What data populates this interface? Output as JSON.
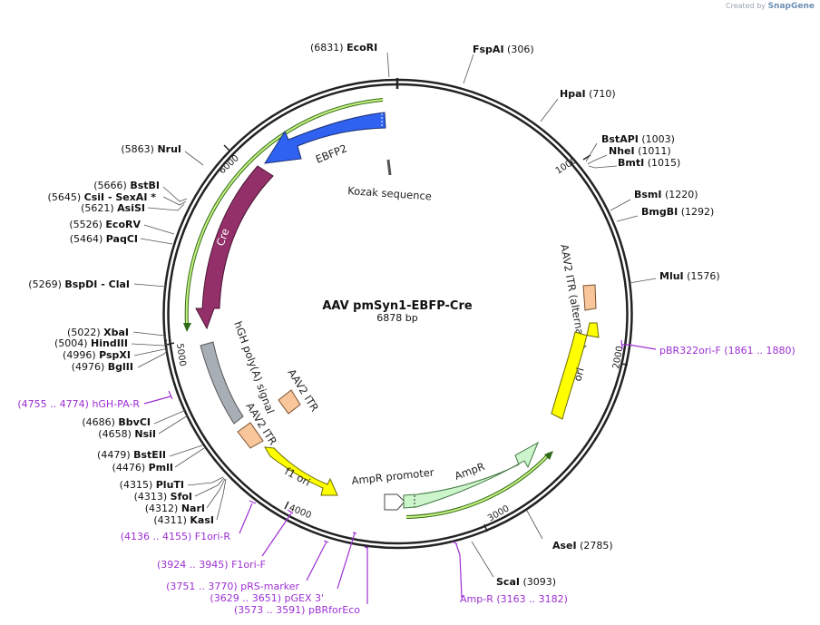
{
  "credit": {
    "prefix": "Created by",
    "brand": "SnapGene"
  },
  "map": {
    "name": "AAV pmSyn1-EBFP-Cre",
    "length_label": "6878 bp"
  },
  "tick_labels": [
    "1000",
    "2000",
    "3000",
    "4000",
    "5000",
    "6000"
  ],
  "sites": [
    {
      "pos": "(6831)",
      "name": "EcoRI",
      "suffix": ""
    },
    {
      "pos": "(306)",
      "name": "FspAI",
      "suffix": ""
    },
    {
      "pos": "(710)",
      "name": "HpaI",
      "suffix": ""
    },
    {
      "pos": "(1003)",
      "name": "BstAPI",
      "suffix": ""
    },
    {
      "pos": "(1011)",
      "name": "NheI",
      "suffix": ""
    },
    {
      "pos": "(1015)",
      "name": "BmtI",
      "suffix": ""
    },
    {
      "pos": "(1220)",
      "name": "BsmI",
      "suffix": ""
    },
    {
      "pos": "(1292)",
      "name": "BmgBI",
      "suffix": ""
    },
    {
      "pos": "(1576)",
      "name": "MluI",
      "suffix": ""
    },
    {
      "pos": "(2785)",
      "name": "AseI",
      "suffix": ""
    },
    {
      "pos": "(3093)",
      "name": "ScaI",
      "suffix": ""
    },
    {
      "pos": "(5863)",
      "name": "NruI",
      "suffix": ""
    },
    {
      "pos": "(5666)",
      "name": "BstBI",
      "suffix": ""
    },
    {
      "pos": "(5645)",
      "name": "CsiI",
      "suffix": " - SexAI *"
    },
    {
      "pos": "(5621)",
      "name": "AsiSI",
      "suffix": ""
    },
    {
      "pos": "(5526)",
      "name": "EcoRV",
      "suffix": ""
    },
    {
      "pos": "(5464)",
      "name": "PaqCI",
      "suffix": ""
    },
    {
      "pos": "(5269)",
      "name": "BspDI",
      "suffix": " - ClaI"
    },
    {
      "pos": "(5022)",
      "name": "XbaI",
      "suffix": ""
    },
    {
      "pos": "(5004)",
      "name": "HindIII",
      "suffix": ""
    },
    {
      "pos": "(4996)",
      "name": "PspXI",
      "suffix": ""
    },
    {
      "pos": "(4976)",
      "name": "BglII",
      "suffix": ""
    },
    {
      "pos": "(4686)",
      "name": "BbvCI",
      "suffix": ""
    },
    {
      "pos": "(4658)",
      "name": "NsiI",
      "suffix": ""
    },
    {
      "pos": "(4479)",
      "name": "BstEII",
      "suffix": ""
    },
    {
      "pos": "(4476)",
      "name": "PmlI",
      "suffix": ""
    },
    {
      "pos": "(4315)",
      "name": "PluTI",
      "suffix": ""
    },
    {
      "pos": "(4313)",
      "name": "SfoI",
      "suffix": ""
    },
    {
      "pos": "(4312)",
      "name": "NarI",
      "suffix": ""
    },
    {
      "pos": "(4311)",
      "name": "KasI",
      "suffix": ""
    }
  ],
  "primers": [
    {
      "label": "pBR322ori-F",
      "range": "(1861 .. 1880)"
    },
    {
      "label": "Amp-R",
      "range": "(3163 .. 3182)"
    },
    {
      "label": "hGH-PA-R",
      "range": "(4755 .. 4774)"
    },
    {
      "label": "F1ori-R",
      "range": "(4136 .. 4155)"
    },
    {
      "label": "F1ori-F",
      "range": "(3924 .. 3945)"
    },
    {
      "label": "pRS-marker",
      "range": "(3751 .. 3770)"
    },
    {
      "label": "pGEX 3'",
      "range": "(3629 .. 3651)"
    },
    {
      "label": "pBRforEco",
      "range": "(3573 .. 3591)"
    }
  ],
  "features": {
    "ebfp2": "EBFP2",
    "cre": "Cre",
    "kozak": "Kozak sequence",
    "aav2_itr_alt": "AAV2 ITR (alternate)",
    "ori": "ori",
    "hgh": "hGH poly(A) signal",
    "aav2_itr_a": "AAV2 ITR",
    "aav2_itr_b": "AAV2 ITR",
    "f1ori": "f1 ori",
    "ampr_promoter": "AmpR promoter",
    "ampr": "AmpR"
  },
  "colors": {
    "ebfp2": "#2f62f0",
    "cre": "#93306a",
    "ori": "#ffff00",
    "f1ori": "#ffff00",
    "ampr": "#ccf5cc",
    "itr": "#f8c69a",
    "polya": "#a8aeb6",
    "orf_line": "#6bbf3a",
    "primer": "#9c2fd2"
  }
}
